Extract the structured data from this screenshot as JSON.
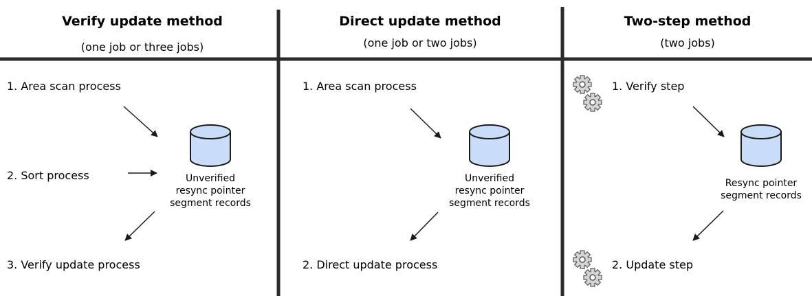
{
  "columns": [
    {
      "title": "Verify update method",
      "subtitle": "(one job or three jobs)",
      "steps": [
        "1. Area scan process",
        "2. Sort process",
        "3. Verify update process"
      ],
      "database_label": [
        "Unverified",
        "resync pointer",
        "segment records"
      ]
    },
    {
      "title": "Direct update method",
      "subtitle": "(one job or two jobs)",
      "steps": [
        "1. Area scan process",
        "2. Direct update process"
      ],
      "database_label": [
        "Unverified",
        "resync pointer",
        "segment records"
      ]
    },
    {
      "title": "Two-step method",
      "subtitle": "(two jobs)",
      "steps": [
        "1. Verify step",
        "2. Update step"
      ],
      "database_label": [
        "Resync pointer",
        "segment records"
      ]
    }
  ],
  "colors": {
    "divider": "#2b2b2b",
    "text": "#1a1a1a",
    "database_fill": "#c9dcf8",
    "database_stroke": "#1a1a1a",
    "gear_fill": "#d4d4d4",
    "gear_stroke": "#555555"
  },
  "icons": [
    "database-icon",
    "gears-icon"
  ]
}
